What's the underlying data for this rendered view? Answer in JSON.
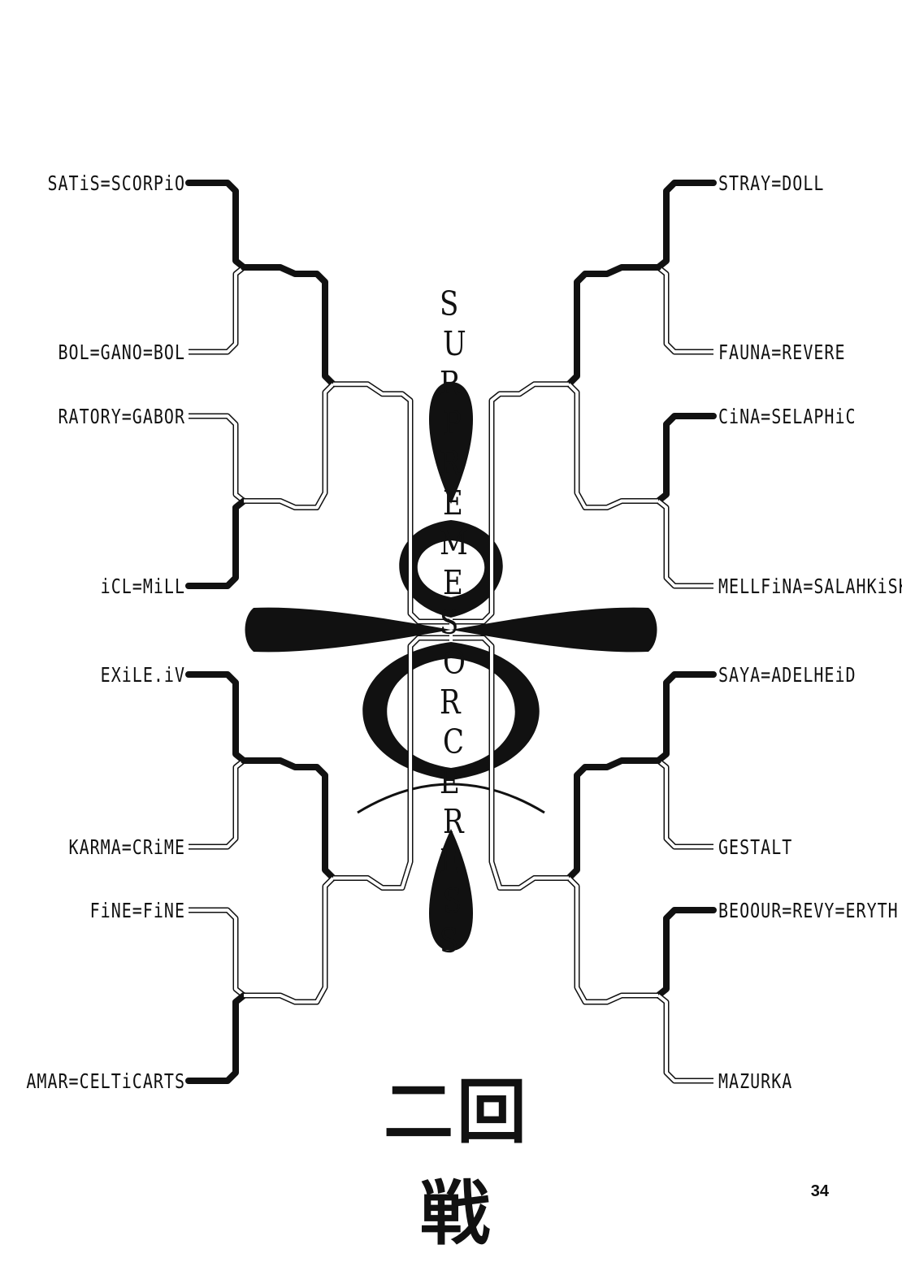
{
  "bracket": {
    "left": [
      {
        "name": "SATiS=SCORPiO",
        "result": "win"
      },
      {
        "name": "BOL=GANO=BOL",
        "result": "lose"
      },
      {
        "name": "RATORY=GABOR",
        "result": "lose"
      },
      {
        "name": "iCL=MiLL",
        "result": "win"
      },
      {
        "name": "EXiLE.iV",
        "result": "win"
      },
      {
        "name": "KARMA=CRiME",
        "result": "lose"
      },
      {
        "name": "FiNE=FiNE",
        "result": "lose"
      },
      {
        "name": "AMAR=CELTiCARTS",
        "result": "win"
      }
    ],
    "right": [
      {
        "name": "STRAY=DOLL",
        "result": "win"
      },
      {
        "name": "FAUNA=REVERE",
        "result": "lose"
      },
      {
        "name": "CiNA=SELAPHiC",
        "result": "win"
      },
      {
        "name": "MELLFiNA=SALAHKiSK",
        "result": "lose"
      },
      {
        "name": "SAYA=ADELHEiD",
        "result": "win"
      },
      {
        "name": "GESTALT",
        "result": "lose"
      },
      {
        "name": "BEOOUR=REVY=ERYTH",
        "result": "win"
      },
      {
        "name": "MAZURKA",
        "result": "lose"
      }
    ]
  },
  "title_letters": [
    "S",
    "U",
    "R",
    "P",
    "R",
    "E",
    "M",
    "E",
    "S",
    "O",
    "R",
    "C",
    "E",
    "R",
    "E",
    "S",
    "S"
  ],
  "round_label": "二回戦",
  "page_number": "34",
  "colors": {
    "ink": "#111111",
    "paper": "#ffffff"
  }
}
